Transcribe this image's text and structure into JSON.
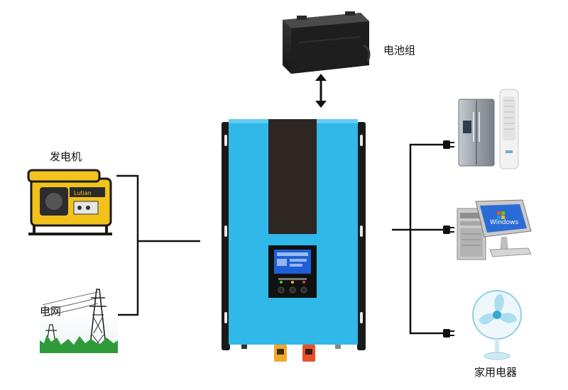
{
  "labels": {
    "battery": "电池组",
    "generator": "发电机",
    "grid": "电网",
    "appliances": "家用电器"
  },
  "generator_brand": "Lutian",
  "computer_screen_text": "Windows",
  "colors": {
    "inverter_body": "#2fb8e8",
    "inverter_panel": "#2e2623",
    "lcd": "#1d5fd6",
    "wire": "#111111",
    "generator_yellow": "#f2c21b",
    "terminal_red": "#e8502a",
    "terminal_yellow": "#f0a62a"
  },
  "icons": [
    "battery-pack",
    "inverter",
    "generator",
    "power-grid-tower",
    "refrigerator",
    "air-conditioner-tower",
    "desktop-computer",
    "electric-fan",
    "power-plug"
  ]
}
